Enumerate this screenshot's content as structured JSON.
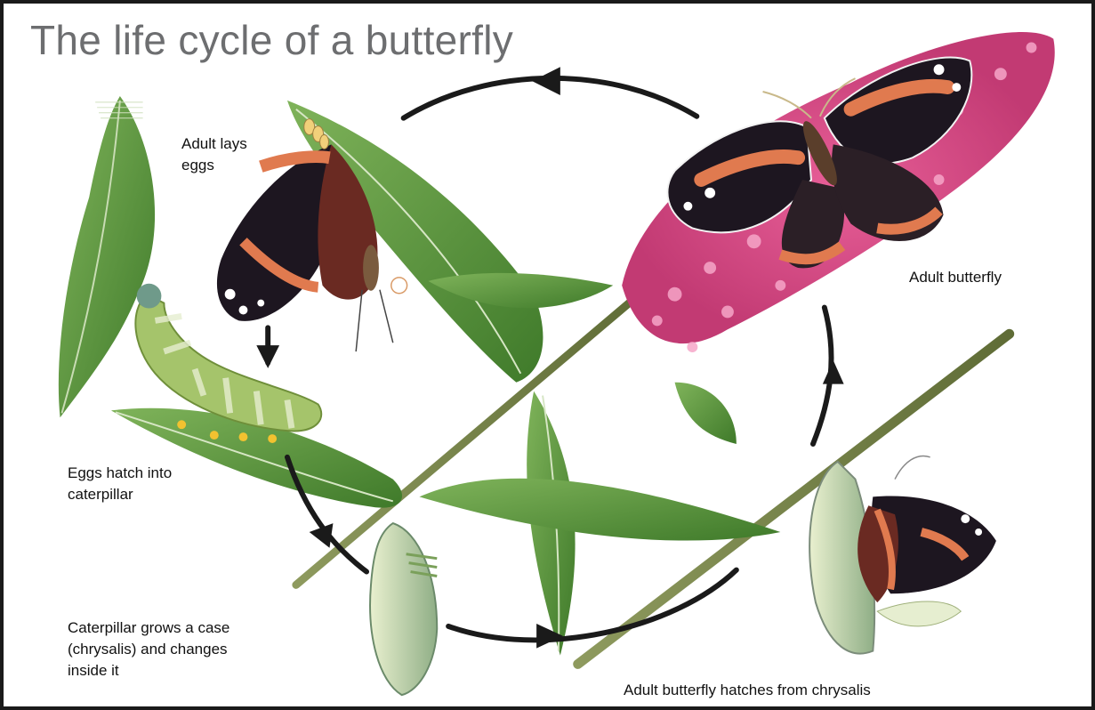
{
  "title": "The life cycle of a butterfly",
  "stages": {
    "lays_eggs": {
      "lines": [
        "Adult lays",
        "eggs"
      ]
    },
    "adult": {
      "lines": [
        "Adult butterfly"
      ]
    },
    "hatch_caterpillar": {
      "lines": [
        "Eggs hatch into",
        "caterpillar"
      ]
    },
    "chrysalis": {
      "lines": [
        "Caterpillar grows a case",
        "(chrysalis) and changes",
        "inside it"
      ]
    },
    "emerges": {
      "lines": [
        "Adult butterfly hatches from chrysalis"
      ]
    }
  },
  "colors": {
    "border": "#1a1a1a",
    "title": "#6d6e70",
    "cycle_arrow": "#1a1a1a",
    "leaf": "#5f9a3a",
    "flower": "#d9548a",
    "butterfly_dark": "#1d1620",
    "butterfly_orange": "#e07a4f"
  },
  "icons": [
    "cycle-arrow",
    "leaf-icon",
    "butterfly-icon",
    "caterpillar-icon",
    "chrysalis-icon",
    "flower-cluster-icon",
    "stem-icon"
  ]
}
